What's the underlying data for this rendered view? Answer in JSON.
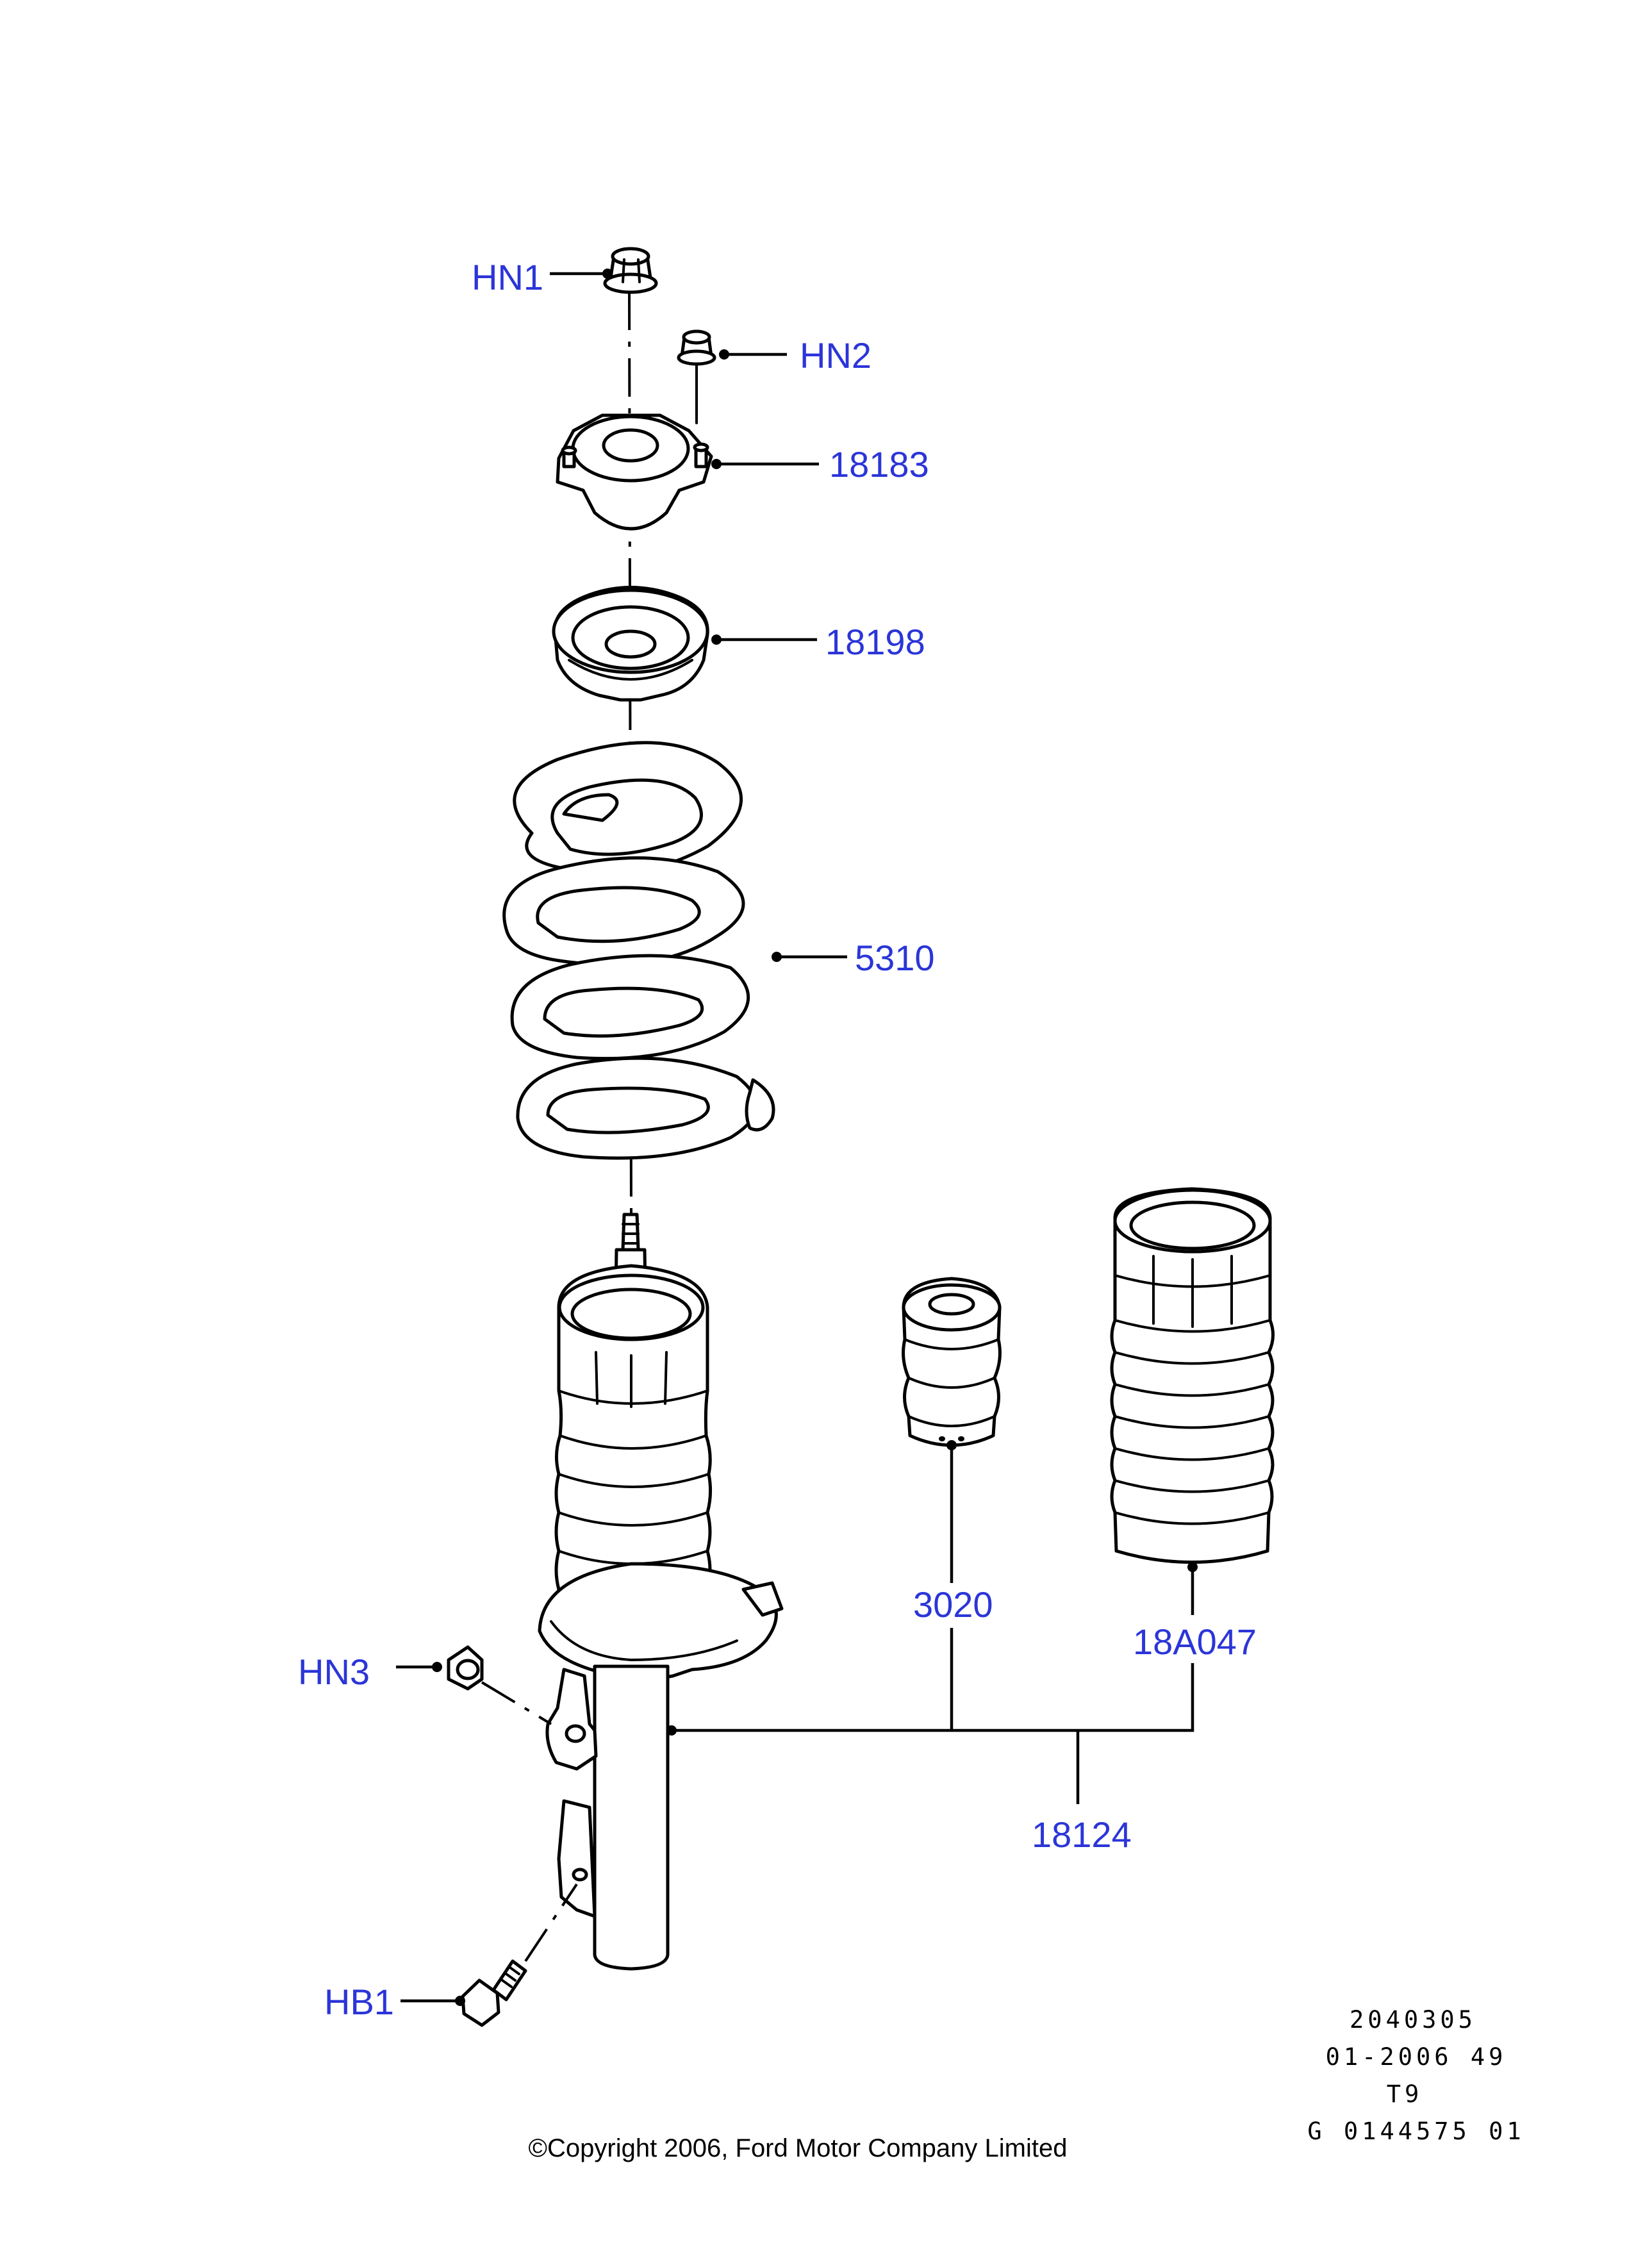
{
  "callouts": {
    "hn1": "HN1",
    "hn2": "HN2",
    "p18183": "18183",
    "p18198": "18198",
    "p5310": "5310",
    "p3020": "3020",
    "p18a047": "18A047",
    "hn3": "HN3",
    "p18124": "18124",
    "hb1": "HB1"
  },
  "footer": {
    "line1": "2040305",
    "line2": "01-2006 49",
    "line3": "T9",
    "line4": "G 0144575 01",
    "copyright": "©Copyright 2006, Ford Motor Company Limited"
  },
  "colors": {
    "callout": "#2b35d8",
    "line": "#000000",
    "background": "#ffffff"
  }
}
